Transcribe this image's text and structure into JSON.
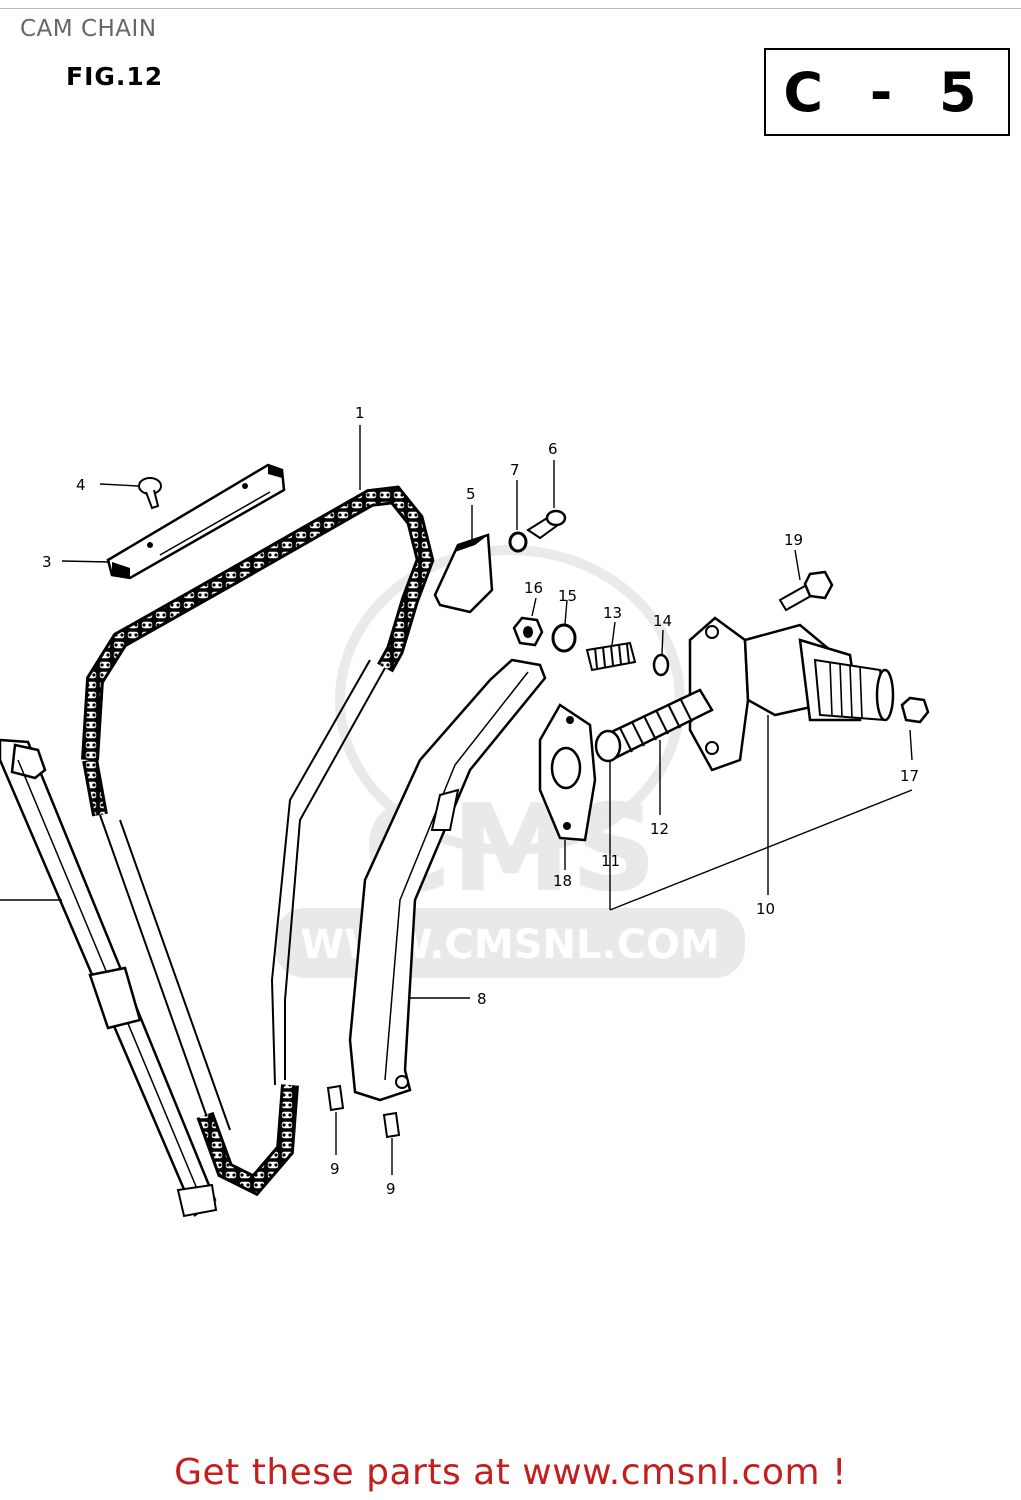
{
  "header": {
    "page_title": "CAM CHAIN",
    "figure_label": "FIG.12",
    "section_code": "C - 5"
  },
  "watermark": {
    "logo_text": "CMS",
    "url_text": "WWW.CMSNL.COM"
  },
  "callouts": [
    {
      "id": "c1",
      "number": "1"
    },
    {
      "id": "c3",
      "number": "3"
    },
    {
      "id": "c4",
      "number": "4"
    },
    {
      "id": "c5",
      "number": "5"
    },
    {
      "id": "c6",
      "number": "6"
    },
    {
      "id": "c7",
      "number": "7"
    },
    {
      "id": "c8",
      "number": "8"
    },
    {
      "id": "c9a",
      "number": "9"
    },
    {
      "id": "c9b",
      "number": "9"
    },
    {
      "id": "c10",
      "number": "10"
    },
    {
      "id": "c11",
      "number": "11"
    },
    {
      "id": "c12",
      "number": "12"
    },
    {
      "id": "c13",
      "number": "13"
    },
    {
      "id": "c14",
      "number": "14"
    },
    {
      "id": "c15",
      "number": "15"
    },
    {
      "id": "c16",
      "number": "16"
    },
    {
      "id": "c17",
      "number": "17"
    },
    {
      "id": "c18",
      "number": "18"
    },
    {
      "id": "c19",
      "number": "19"
    }
  ],
  "footer": {
    "link_text": "Get these parts at www.cmsnl.com !"
  },
  "colors": {
    "footer_link": "#c41e1e",
    "title_gray": "#666666",
    "watermark_gray": "#d8d8d8"
  }
}
